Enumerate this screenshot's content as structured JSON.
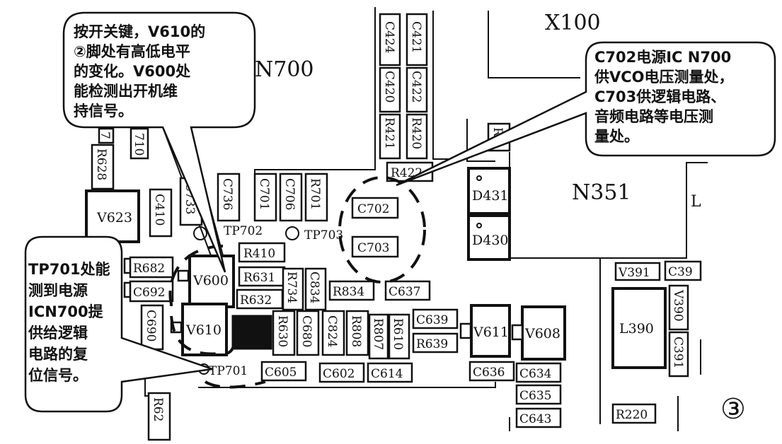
{
  "board": {
    "figure_number": "③",
    "ic_labels": {
      "x100": "X100",
      "n700": "N700",
      "n351": "N351"
    }
  },
  "components": {
    "r628": "R628",
    "c410": "C410",
    "v623": "V623",
    "c733": "C733",
    "c736": "C736",
    "c701": "C701",
    "c706": "C706",
    "r701": "R701",
    "tp702": "TP702",
    "tp703": "TP703",
    "r410": "R410",
    "r682": "R682",
    "v600": "V600",
    "r631": "R631",
    "r632": "R632",
    "r734": "R734",
    "c834": "C834",
    "r834": "R834",
    "c637": "C637",
    "c692": "C692",
    "c690": "C690",
    "v610": "V610",
    "r630": "R630",
    "c680": "C680",
    "c824": "C824",
    "r808": "R808",
    "r807": "R807",
    "r610": "R610",
    "c639": "C639",
    "r639": "R639",
    "v611": "V611",
    "v608": "V608",
    "tp701": "TP701",
    "c605": "C605",
    "c602": "C602",
    "c614": "C614",
    "c636": "C636",
    "c634": "C634",
    "c635": "C635",
    "c643": "C643",
    "r62": "R62",
    "c424": "C424",
    "c421": "C421",
    "c420": "C420",
    "c422": "C422",
    "r421": "R421",
    "r420": "R420",
    "r422": "R422",
    "c702": "C702",
    "c703": "C703",
    "d431": "D431",
    "d430": "D430",
    "r3": "R3",
    "v391": "V391",
    "c39": "C39",
    "v390": "V390",
    "l390": "L390",
    "c391": "C391",
    "r220": "R220",
    "l": "L",
    "c710_partial": "710",
    "r7_partial": "7"
  },
  "callouts": {
    "v610": [
      "按开关键，V610的",
      "②脚处有高低电平",
      "的变化。V600处",
      "能检测出开机维",
      "持信号。"
    ],
    "c702": [
      "C702电源IC N700",
      "供VCO电压测量处，",
      "C703供逻辑电路、",
      "音频电路等电压测",
      "量处。"
    ],
    "tp701": [
      "TP701处能",
      "测到电源",
      "ICN700提",
      "供给逻辑",
      "电路的复",
      "位信号。"
    ]
  }
}
